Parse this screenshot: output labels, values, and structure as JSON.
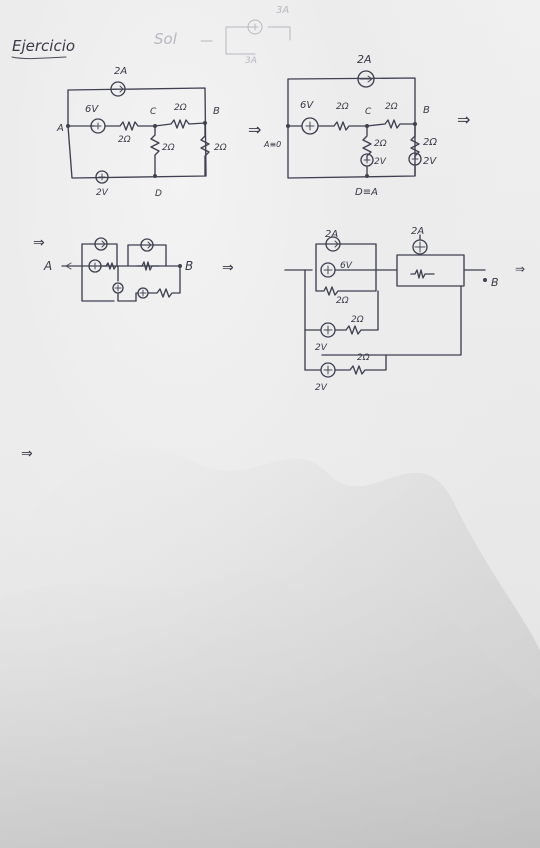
{
  "heading": {
    "title": "Ejercicio"
  },
  "faint_sketch": {
    "sol": "Sol",
    "current": "3A",
    "value": "3A"
  },
  "circuit1": {
    "labels": {
      "current_source": "2A",
      "voltage_source": "6V",
      "node_a": "A",
      "node_c": "C",
      "node_b": "B",
      "node_d": "D",
      "top_right_res": "2Ω",
      "mid_res": "2Ω",
      "left_res": "2Ω",
      "right_res": "2Ω",
      "bottom_source": "2V"
    }
  },
  "arrow1": "⇒",
  "circuit2": {
    "labels": {
      "current_source": "2A",
      "voltage_source": "6V",
      "left_res": "2Ω",
      "mid_res": "2Ω",
      "right_res": "2Ω",
      "node_c": "C",
      "node_b": "B",
      "node_a": "A≡0",
      "middle_res": "2Ω",
      "middle_src": "2V",
      "right_src": "2V",
      "node_d": "D≡A"
    }
  },
  "arrow2": "⇒",
  "arrow3": "⇒",
  "circuit3": {
    "labels": {
      "node_a": "A",
      "node_b": "B"
    }
  },
  "arrow4": "⇒",
  "circuit4": {
    "labels": {
      "top_source": "2A",
      "top_source_2": "2A",
      "voltage_source": "6V",
      "resistor_top": "2Ω",
      "resistor_mid": "2Ω",
      "volt_mid": "2V",
      "resistor_bottom": "2Ω",
      "volt_bottom": "2V",
      "node_b": "B"
    }
  },
  "arrow5": "⇒",
  "arrow6": "⇒"
}
